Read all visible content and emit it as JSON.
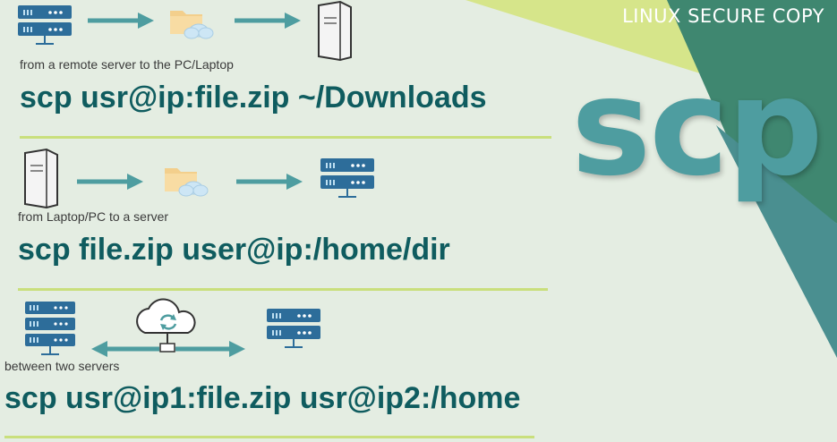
{
  "banner": {
    "title": "LINUX SECURE COPY",
    "logo_text": "scp"
  },
  "sections": [
    {
      "caption": "from a remote server to the PC/Laptop",
      "command": "scp usr@ip:file.zip ~/Downloads"
    },
    {
      "caption": "from Laptop/PC to a server",
      "command": "scp file.zip user@ip:/home/dir"
    },
    {
      "caption": "between two servers",
      "command": "scp usr@ip1:file.zip usr@ip2:/home"
    }
  ],
  "colors": {
    "background": "#e4ede2",
    "lime": "#d6e58a",
    "teal_dark": "#3f8770",
    "teal": "#4e9da0",
    "command_text": "#0f5c5f",
    "divider": "#c9df7c",
    "server_blue": "#2d6d9a"
  },
  "icons": [
    "server-rack-icon",
    "folder-cloud-icon",
    "pc-tower-icon",
    "cloud-sync-icon",
    "arrow-right-icon",
    "double-arrow-icon"
  ]
}
